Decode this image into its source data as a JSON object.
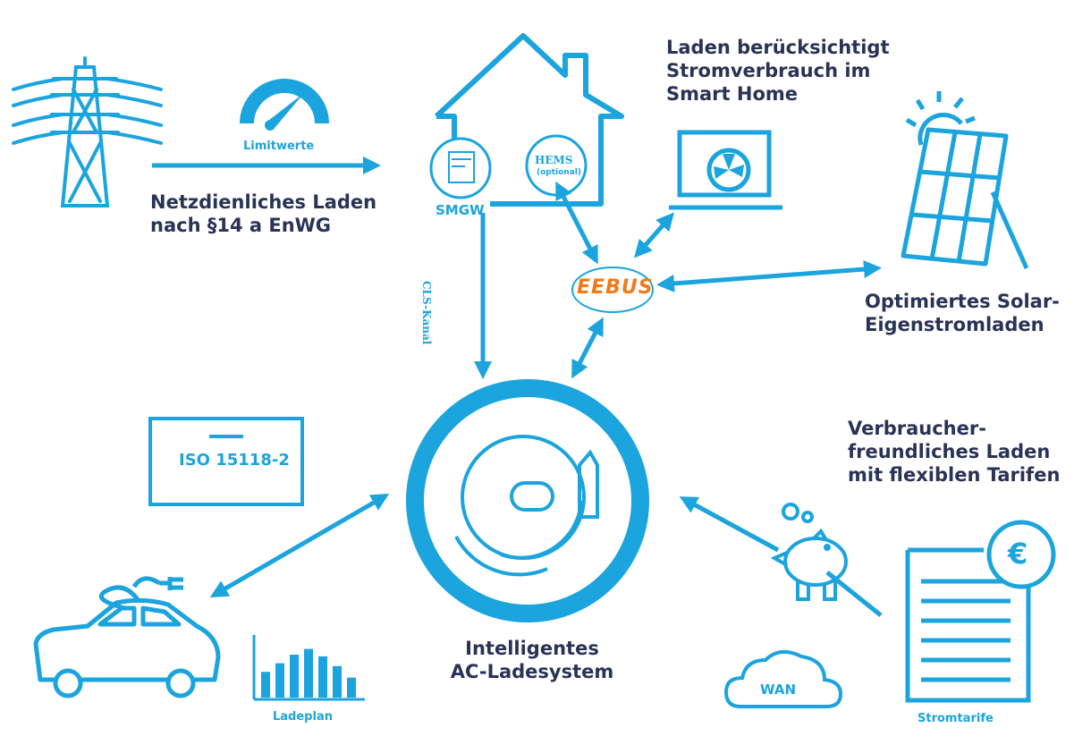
{
  "texts": {
    "grid_charging": "Netzdienliches Laden\nnach §14 a EnWG",
    "limitwerte": "Limitwerte",
    "smart_home": "Laden berücksichtigt\nStromverbrauch im\nSmart Home",
    "smgw": "SMGW",
    "hems": "HEMS",
    "hems_optional": "(optional)",
    "cls_kanal": "CLS-Kanal",
    "eebus": "EEBUS",
    "solar": "Optimiertes Solar-\nEigenstromladen",
    "iso": "ISO 15118-2",
    "consumer": "Verbraucher-\nfreundliches Laden\nmit flexiblen Tarifen",
    "central": "Intelligentes\nAC-Ladesystem",
    "ladeplan": "Ladeplan",
    "wan": "WAN",
    "stromtarife": "Stromtarife",
    "euro": "€"
  },
  "ladeplan_bars": [
    0.45,
    0.6,
    0.75,
    0.85,
    0.72,
    0.55,
    0.35
  ],
  "colors": {
    "primary": "#1ba4dd",
    "text": "#2a3356",
    "eebus": "#f07a1a"
  }
}
